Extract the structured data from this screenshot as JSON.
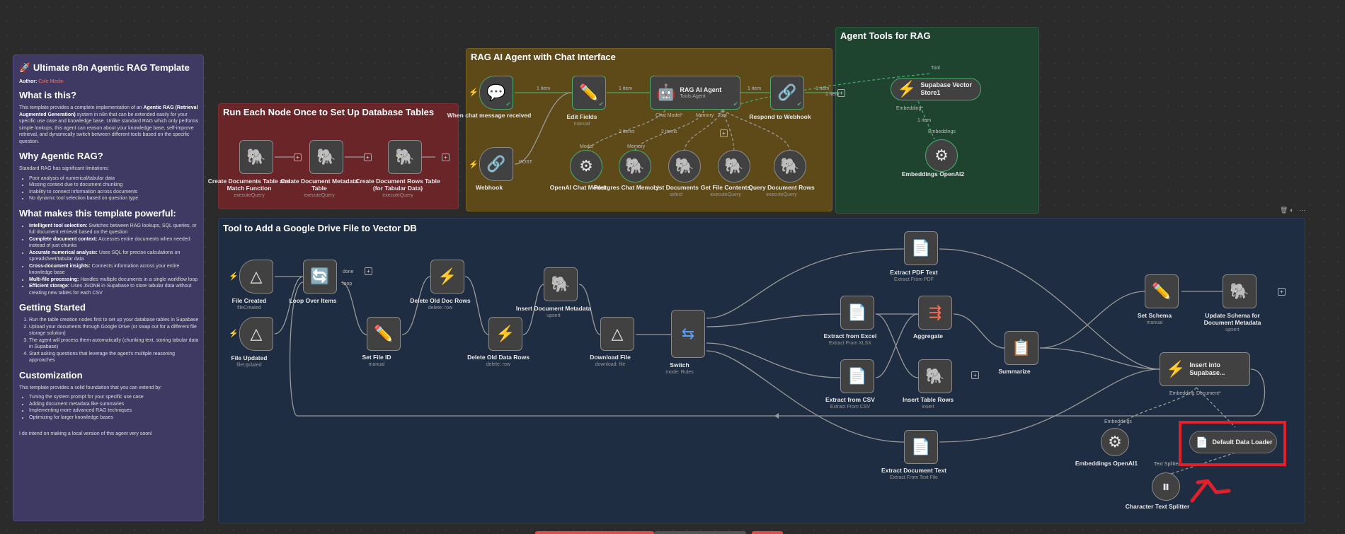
{
  "intro": {
    "title": "Ultimate n8n Agentic RAG Template",
    "author_label": "Author:",
    "author_name": "Cole Medin",
    "h_what": "What is this?",
    "what_p1": "This template provides a complete implementation of an ",
    "what_b1": "Agentic RAG (Retrieval Augmented Generation)",
    "what_p2": " system in n8n that can be extended easily for your specific use case and knowledge base. Unlike standard RAG which only performs simple lookups, this agent can reason about your knowledge base, self-improve retrieval, and dynamically switch between different tools based on the specific question.",
    "h_why": "Why Agentic RAG?",
    "why_intro": "Standard RAG has significant limitations:",
    "why_list": [
      "Poor analysis of numerical/tabular data",
      "Missing context due to document chunking",
      "Inability to connect information across documents",
      "No dynamic tool selection based on question type"
    ],
    "h_powerful": "What makes this template powerful:",
    "powerful_list": [
      {
        "b": "Intelligent tool selection:",
        "t": " Switches between RAG lookups, SQL queries, or full document retrieval based on the question"
      },
      {
        "b": "Complete document context:",
        "t": " Accesses entire documents when needed instead of just chunks"
      },
      {
        "b": "Accurate numerical analysis:",
        "t": " Uses SQL for precise calculations on spreadsheet/tabular data"
      },
      {
        "b": "Cross-document insights:",
        "t": " Connects information across your entire knowledge base"
      },
      {
        "b": "Multi-file processing:",
        "t": " Handles multiple documents in a single workflow loop"
      },
      {
        "b": "Efficient storage:",
        "t": " Uses JSONB in Supabase to store tabular data without creating new tables for each CSV"
      }
    ],
    "h_started": "Getting Started",
    "started_list": [
      "Run the table creation nodes first to set up your database tables in Supabase",
      "Upload your documents through Google Drive (or swap out for a different file storage solution)",
      "The agent will process them automatically (chunking text, storing tabular data in Supabase)",
      "Start asking questions that leverage the agent's multiple reasoning approaches"
    ],
    "h_custom": "Customization",
    "custom_intro": "This template provides a solid foundation that you can extend by:",
    "custom_list": [
      "Tuning the system prompt for your specific use case",
      "Adding document metadata like summaries",
      "Implementing more advanced RAG techniques",
      "Optimizing for larger knowledge bases"
    ],
    "closing": "I do intend on making a local version of this agent very soon!"
  },
  "stickies": {
    "red": "Run Each Node Once to Set Up Database Tables",
    "brown": "RAG AI Agent with Chat Interface",
    "green": "Agent Tools for RAG",
    "blue": "Tool to Add a Google Drive File to Vector DB"
  },
  "nodes": {
    "create_docs": {
      "name": "Create Documents Table and Match Function",
      "sub": "executeQuery"
    },
    "create_meta": {
      "name": "Create Document Metadata Table",
      "sub": "executeQuery"
    },
    "create_rows": {
      "name": "Create Document Rows Table (for Tabular Data)",
      "sub": "executeQuery"
    },
    "chat_trigger": {
      "name": "When chat message received"
    },
    "webhook": {
      "name": "Webhook"
    },
    "edit_fields": {
      "name": "Edit Fields",
      "sub": "manual"
    },
    "rag_agent": {
      "name": "RAG AI Agent",
      "sub": "Tools Agent"
    },
    "respond": {
      "name": "Respond to Webhook"
    },
    "openai_chat": {
      "name": "OpenAI Chat Model"
    },
    "pg_memory": {
      "name": "Postgres Chat Memory"
    },
    "list_docs": {
      "name": "List Documents",
      "sub": "select"
    },
    "get_file": {
      "name": "Get File Contents",
      "sub": "executeQuery"
    },
    "query_rows": {
      "name": "Query Document Rows",
      "sub": "executeQuery"
    },
    "supabase_vs": {
      "name": "Supabase Vector Store1"
    },
    "embeddings2": {
      "name": "Embeddings OpenAI2"
    },
    "file_created": {
      "name": "File Created",
      "sub": "fileCreated"
    },
    "file_updated": {
      "name": "File Updated",
      "sub": "fileUpdated"
    },
    "loop": {
      "name": "Loop Over Items"
    },
    "set_file_id": {
      "name": "Set File ID",
      "sub": "manual"
    },
    "del_doc_rows": {
      "name": "Delete Old Doc Rows",
      "sub": "delete: row"
    },
    "del_data_rows": {
      "name": "Delete Old Data Rows",
      "sub": "delete: row"
    },
    "insert_meta": {
      "name": "Insert Document Metadata",
      "sub": "upsert"
    },
    "download": {
      "name": "Download File",
      "sub": "download: file"
    },
    "switch": {
      "name": "Switch",
      "sub": "mode: Rules"
    },
    "extract_pdf": {
      "name": "Extract PDF Text",
      "sub": "Extract From PDF"
    },
    "extract_excel": {
      "name": "Extract from Excel",
      "sub": "Extract From XLSX"
    },
    "aggregate": {
      "name": "Aggregate"
    },
    "extract_csv": {
      "name": "Extract from CSV",
      "sub": "Extract From CSV"
    },
    "insert_rows": {
      "name": "Insert Table Rows",
      "sub": "insert"
    },
    "summarize": {
      "name": "Summarize"
    },
    "set_schema": {
      "name": "Set Schema",
      "sub": "manual"
    },
    "update_schema": {
      "name": "Update Schema for Document Metadata",
      "sub": "upsert"
    },
    "insert_supabase": {
      "name": "Insert into Supabase..."
    },
    "extract_doc": {
      "name": "Extract Document Text",
      "sub": "Extract From Text File"
    },
    "embeddings1": {
      "name": "Embeddings OpenAI1"
    },
    "default_loader": {
      "name": "Default Data Loader"
    },
    "char_splitter": {
      "name": "Character Text Splitter"
    }
  },
  "edge_labels": {
    "item1": "1 item",
    "items2": "2 items",
    "post": "POST",
    "done": "done",
    "loop": "loop",
    "chat_model": "Chat Model*",
    "memory": "Memory",
    "tool": "Tool",
    "model": "Model",
    "embedding": "Embedding*",
    "embeddings": "Embeddings",
    "embedding_doc": "Embedding",
    "document": "Document*",
    "text_splitter": "Text Splitter"
  },
  "icons": [
    "robot-icon",
    "postgres-elephant-icon",
    "google-drive-icon",
    "webhook-icon",
    "chat-icon",
    "pencil-icon",
    "openai-icon",
    "supabase-icon",
    "loop-icon",
    "switch-icon",
    "file-extract-icon",
    "aggregate-icon",
    "summarize-icon",
    "split-icon"
  ],
  "colors": {
    "highlight": "#e0202a",
    "success": "#4aa86c",
    "trigger": "#ff6d5a"
  }
}
